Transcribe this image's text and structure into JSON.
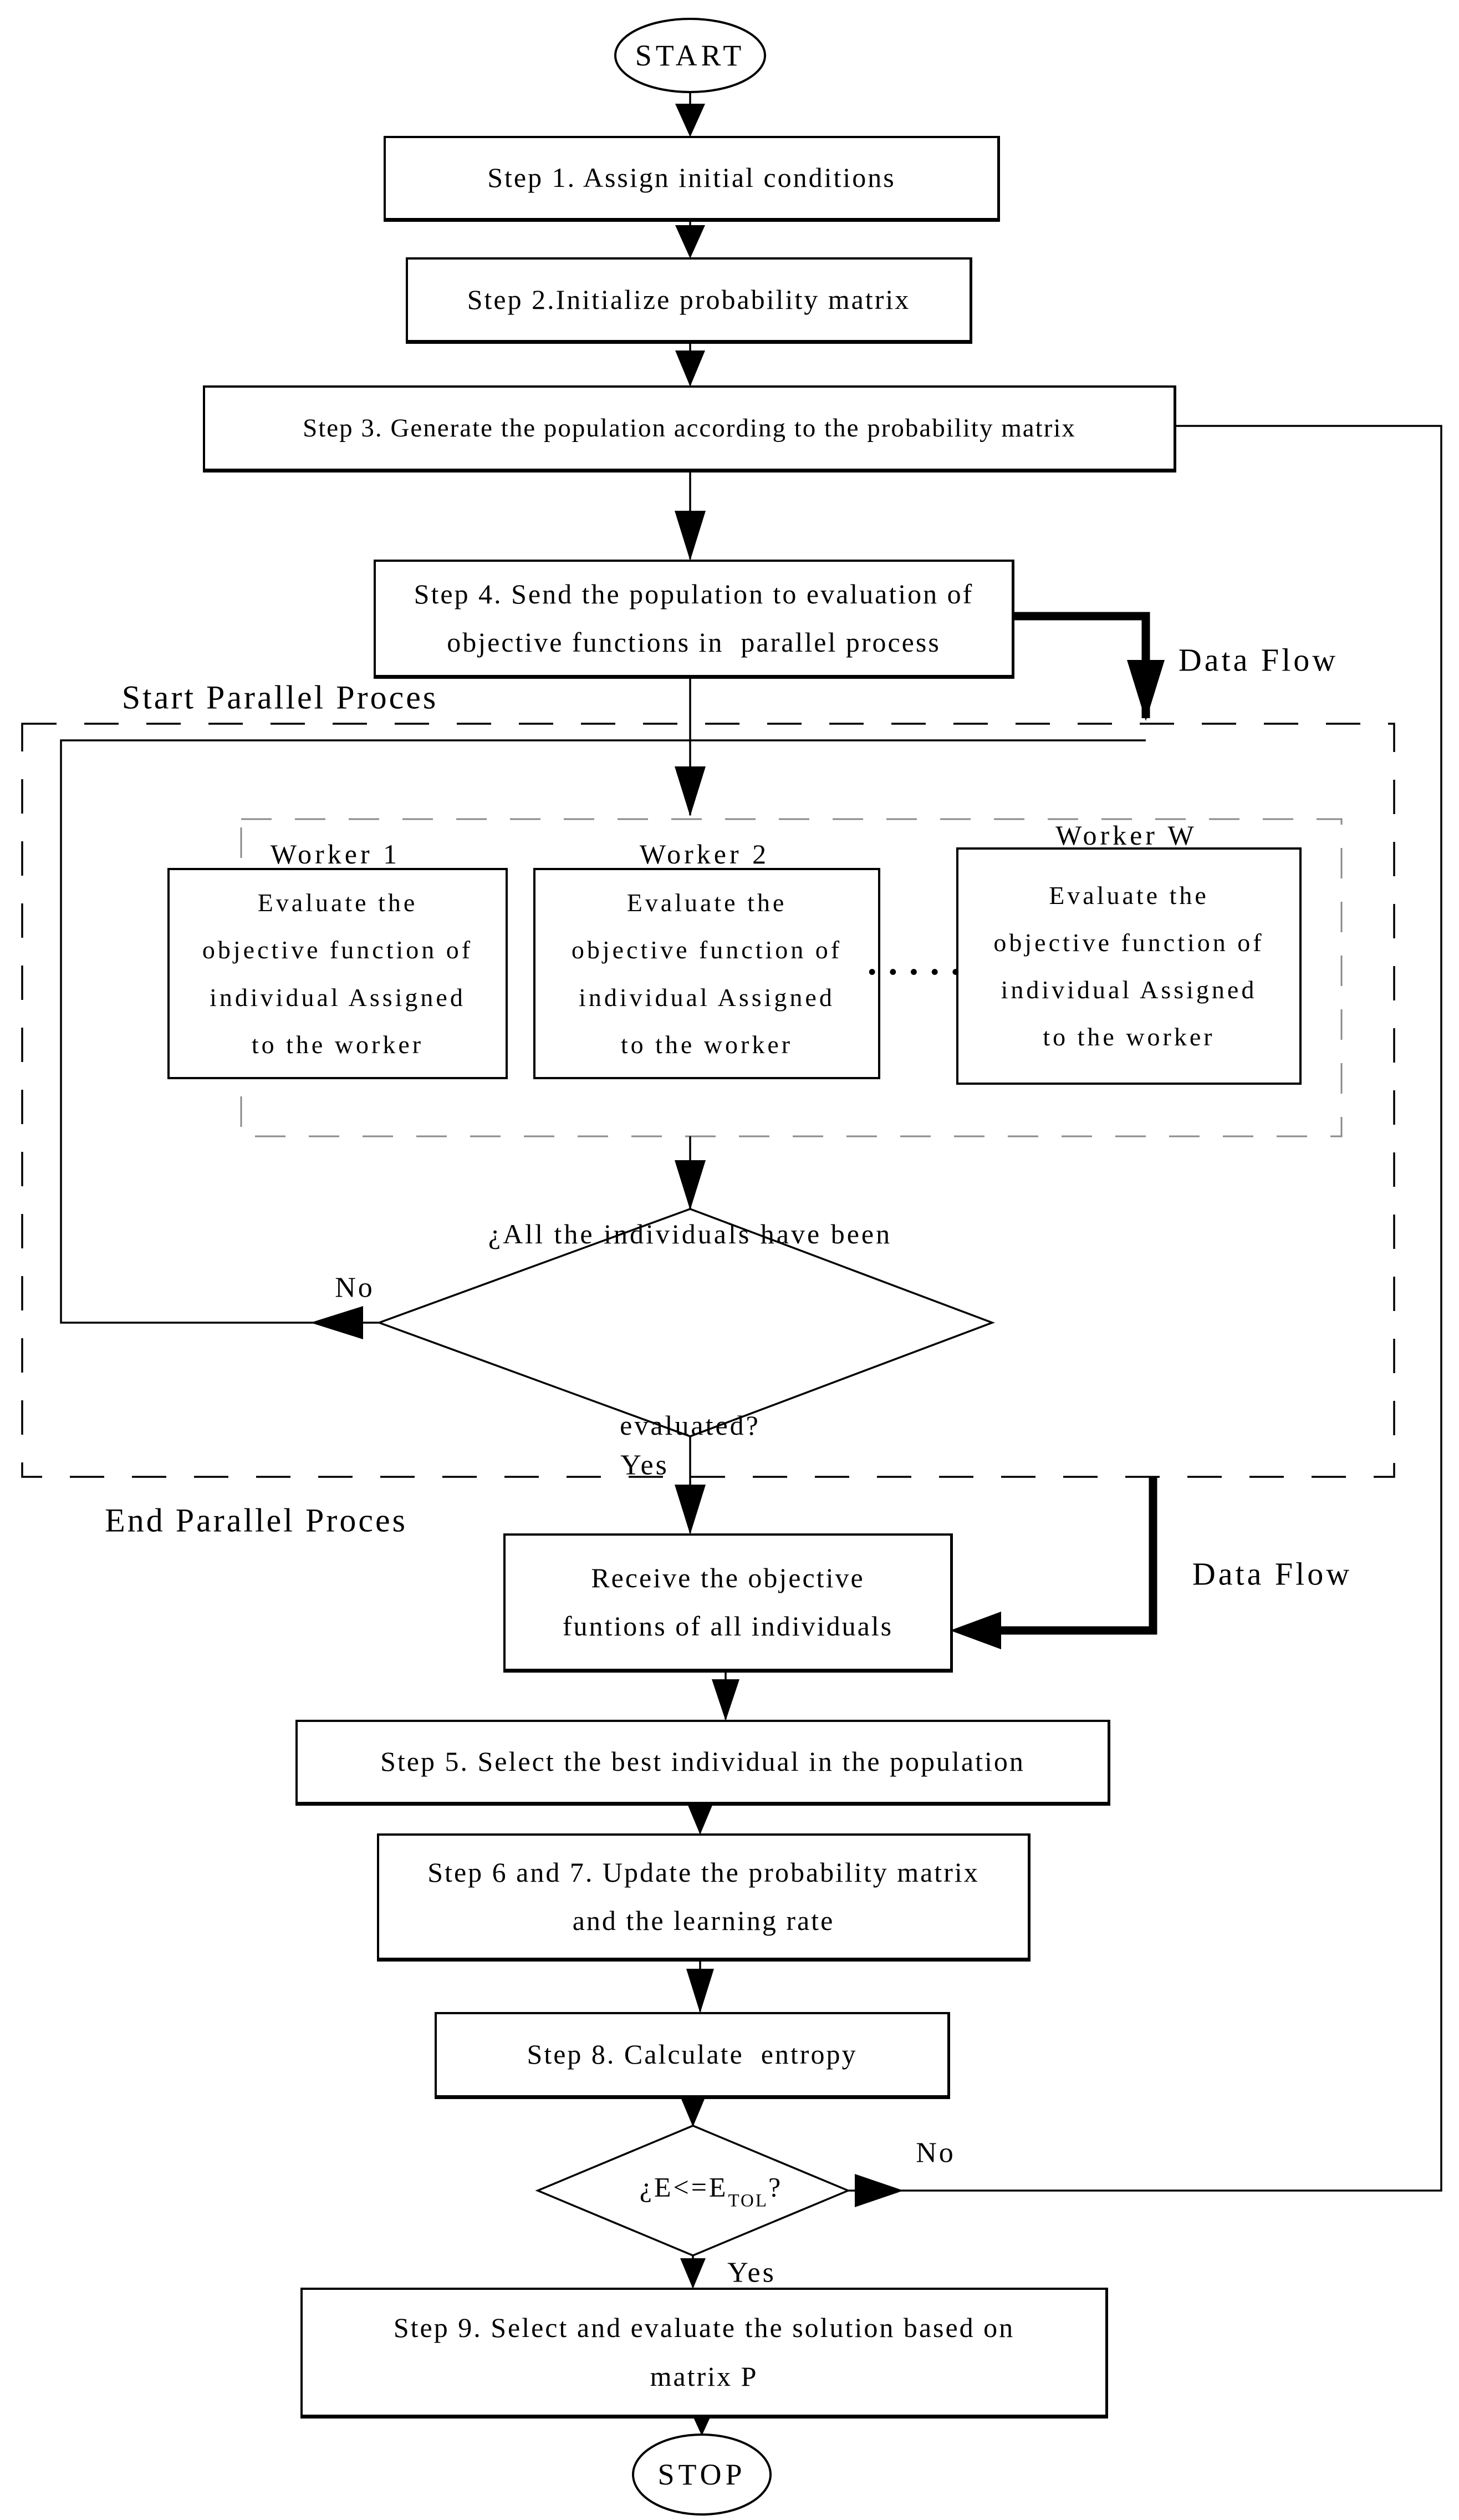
{
  "flow": {
    "terminals": {
      "start": "START",
      "stop": "STOP"
    },
    "steps": {
      "step1": "Step 1. Assign initial conditions",
      "step2": "Step 2.Initialize probability matrix",
      "step3": "Step 3. Generate the population according to the probability matrix",
      "step4_line1": "Step 4. Send the population to evaluation of",
      "step4_line2": "objective functions in  parallel process",
      "receive_line1": "Receive the objective",
      "receive_line2": "funtions of all individuals",
      "step5": "Step 5. Select the best individual in the population",
      "step67_line1": "Step 6 and 7. Update the probability matrix",
      "step67_line2": "and the learning rate",
      "step8": "Step 8. Calculate  entropy",
      "step9_line1": "Step 9. Select and evaluate the solution based on",
      "step9_line2": "matrix P"
    },
    "decision1": {
      "line1": "¿All the individuals have been",
      "line2": "evaluated?"
    },
    "decision2": {
      "pre": "¿E<=E",
      "sub": "TOL",
      "suf": "?"
    },
    "branch_labels": {
      "no1": "No",
      "yes1": "Yes",
      "no2": "No",
      "yes2": "Yes"
    },
    "region_labels": {
      "start_parallel": "Start Parallel Proces",
      "end_parallel": "End Parallel Proces"
    },
    "data_flow_top": "Data Flow",
    "data_flow_bottom": "Data Flow",
    "ellipsis": "·····",
    "workers": [
      {
        "title": "Worker 1",
        "lines": [
          "Evaluate the",
          "objective function of",
          "individual Assigned",
          "to the worker"
        ]
      },
      {
        "title": "Worker 2",
        "lines": [
          "Evaluate the",
          "objective function of",
          "individual Assigned",
          "to the worker"
        ]
      },
      {
        "title": "Worker W",
        "lines": [
          "Evaluate the",
          "objective function of",
          "individual Assigned",
          "to the worker"
        ]
      }
    ]
  }
}
